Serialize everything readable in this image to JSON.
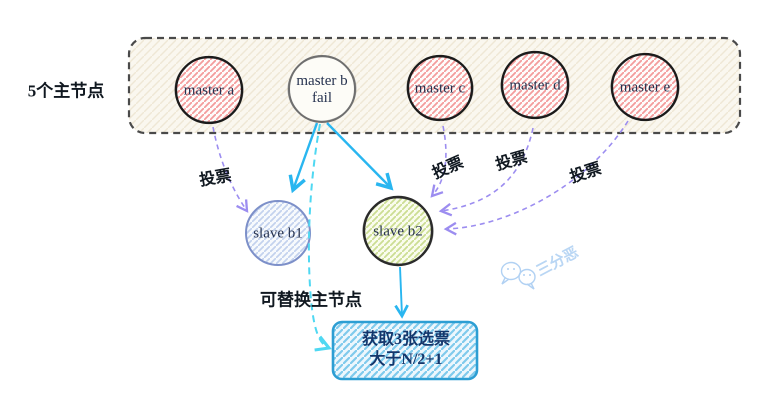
{
  "diagram": {
    "cluster": {
      "label": "5个主节点"
    },
    "masters": [
      {
        "label": "master a",
        "status": "active"
      },
      {
        "label": "master b",
        "sublabel": "fail",
        "status": "fail"
      },
      {
        "label": "master c",
        "status": "active"
      },
      {
        "label": "master d",
        "status": "active"
      },
      {
        "label": "master e",
        "status": "active"
      }
    ],
    "slaves": [
      {
        "label": "slave b1"
      },
      {
        "label": "slave b2"
      }
    ],
    "edges": {
      "vote_label": "投票",
      "replace_label": "可替换主节点"
    },
    "result_box": {
      "line1": "获取3张选票",
      "line2": "大于N/2+1"
    },
    "watermark": {
      "text": "三分恶",
      "icon": "wechat-icon"
    },
    "colors": {
      "master_hatch": "#f49c9c",
      "master_border": "#1b1b1b",
      "fail_border": "#6f6f6f",
      "container_fill": "#faf7ef",
      "container_border": "#4a4a4a",
      "slave_b1_border": "#7d90c9",
      "slave_b1_hatch": "#c3d2ee",
      "slave_b2_border": "#2b2b2b",
      "slave_b2_hatch": "#ccdd93",
      "vote_arrow": "#9c8df0",
      "action_arrow": "#29b6f0",
      "replace_arrow": "#4fd8f2",
      "result_border": "#2d9ed3",
      "result_hatch": "#7fcaec",
      "result_text": "#14366b",
      "watermark": "#b9d6f4"
    }
  }
}
